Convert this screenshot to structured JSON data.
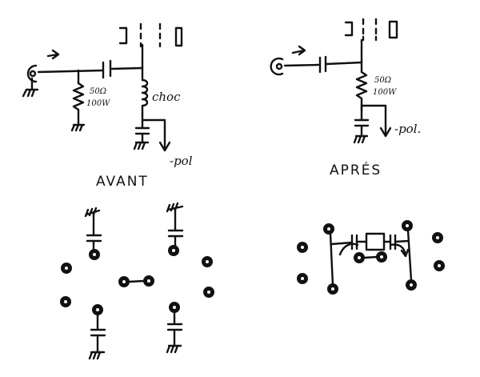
{
  "labels": {
    "avant": "AVANT",
    "apres": "APRÉS",
    "r_avant_value": "50Ω",
    "r_avant_power": "100W",
    "choc": "choc",
    "pol_avant": "-pol",
    "r_apres_value": "50Ω",
    "r_apres_power": "100W",
    "pol_apres": "-pol."
  },
  "icons": {
    "connector": "coax-connector-icon",
    "ground": "ground-icon",
    "arrow": "signal-arrow-icon"
  }
}
